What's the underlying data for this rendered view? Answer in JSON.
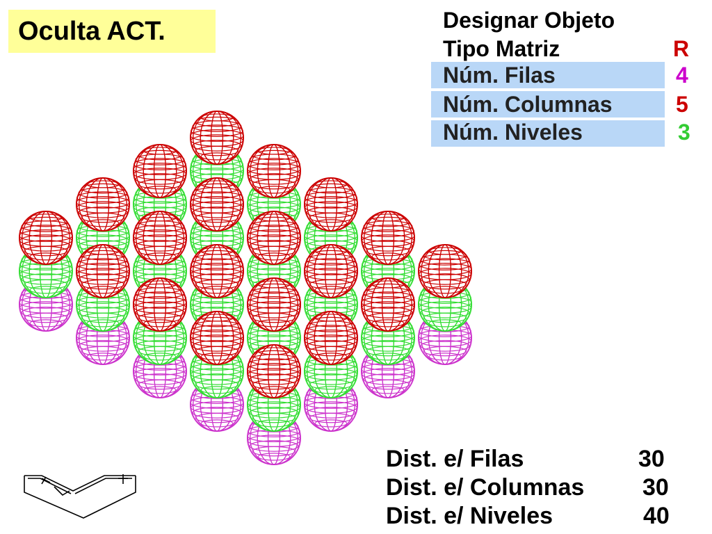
{
  "header": {
    "title": "Oculta ACT."
  },
  "panel": {
    "designar": "Designar Objeto",
    "tipo_label": "Tipo Matriz",
    "tipo_value": "R",
    "filas_label": "Núm. Filas",
    "filas_value": "4",
    "columnas_label": "Núm. Columnas",
    "columnas_value": "5",
    "niveles_label": "Núm. Niveles",
    "niveles_value": "3"
  },
  "distances": {
    "filas_label": "Dist. e/ Filas",
    "filas_value": "30",
    "columnas_label": "Dist. e/ Columnas",
    "columnas_value": "30",
    "niveles_label": "Dist. e/ Niveles",
    "niveles_value": "40"
  },
  "array": {
    "rows": 4,
    "columns": 5,
    "levels": 3
  },
  "colors": {
    "level_top": "#cc0000",
    "level_middle": "#33dd33",
    "level_bottom": "#cc33cc",
    "highlight": "#b9d7f7",
    "title_bg": "#ffff99",
    "value_R": "#cc0000",
    "value_4": "#cc00cc",
    "value_5": "#cc0000",
    "value_3": "#33cc33"
  },
  "icons": {
    "ucs": "ucs-isometric-icon"
  }
}
